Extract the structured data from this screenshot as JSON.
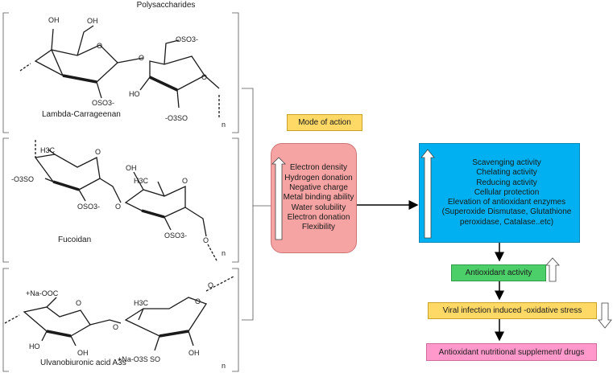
{
  "header": {
    "title": "Polysaccharides"
  },
  "molecules": [
    {
      "name": "Lambda-Carrageenan",
      "repeat": "n",
      "groups": [
        "OH",
        "OH",
        "OSO3-",
        "O",
        "O",
        "OSO3-",
        "HO",
        "O",
        "-O3SO"
      ]
    },
    {
      "name": "Fucoidan",
      "repeat": "n",
      "groups": [
        "H3C",
        "-O3SO",
        "O",
        "OSO3-",
        "OH",
        "H3C",
        "O",
        "O",
        "OSO3-",
        "O"
      ]
    },
    {
      "name": "Ulvanobiuronic acid A3s",
      "repeat": "n",
      "groups": [
        "+Na-OOC",
        "O",
        "HO",
        "OH",
        "O",
        "H3C",
        "O",
        "O",
        "+Na-O3S",
        "SO",
        "OH"
      ]
    }
  ],
  "mode_label": "Mode of action",
  "properties": [
    "Electron density",
    "Hydrogen donation",
    "Negative charge",
    "Metal binding ability",
    "Water solubility",
    "Electron donation",
    "Flexibility"
  ],
  "activities": [
    "Scavenging activity",
    "Chelating activity",
    "Reducing activity",
    "Cellular protection",
    "Elevation of antioxidant enzymes",
    "(Superoxide Dismutase, Glutathione",
    "peroxidase, Catalase..etc)"
  ],
  "outcomes": {
    "antioxidant": "Antioxidant activity",
    "stress": "Viral infection induced -oxidative stress",
    "supplement": "Antioxidant nutritional supplement/ drugs"
  },
  "colors": {
    "properties_box": "#f5a3a3",
    "activities_box": "#00b0f0",
    "mode_box": "#ffd966",
    "antioxidant_box": "#4ccf68",
    "stress_box": "#ffd966",
    "supplement_box": "#ff99cc"
  }
}
